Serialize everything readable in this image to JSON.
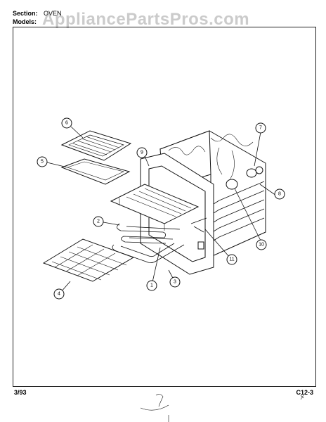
{
  "header": {
    "section_label": "Section:",
    "section_value": "OVEN",
    "models_label": "Models:"
  },
  "watermark": "AppliancePartsPros.com",
  "footer": {
    "date": "3/93",
    "page_code": "C12-3"
  },
  "callouts": [
    "6",
    "5",
    "9",
    "7",
    "8",
    "2",
    "4",
    "1",
    "3",
    "11",
    "10"
  ],
  "colors": {
    "ink": "#111111",
    "watermark": "#8c8c8c"
  }
}
